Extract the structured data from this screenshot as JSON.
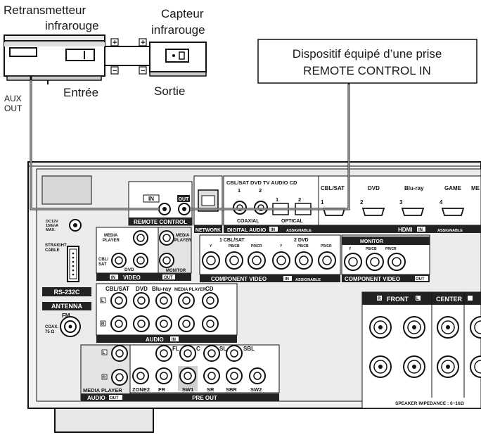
{
  "labels": {
    "retrans_line1": "Retransmetteur",
    "retrans_line2": "infrarouge",
    "capteur_line1": "Capteur",
    "capteur_line2": "infrarouge",
    "callout_line1": "Dispositif équipé d’une prise",
    "callout_line2": "REMOTE CONTROL IN",
    "entree": "Entrée",
    "sortie": "Sortie",
    "aux": "AUX",
    "out": "OUT",
    "plus": "+",
    "minus": "−"
  },
  "panel": {
    "remote_in": "IN",
    "remote_out": "OUT",
    "remote_control": "REMOTE CONTROL",
    "dc12v_1": "DC12V",
    "dc12v_2": "150mA",
    "dc12v_3": "MAX.",
    "straight_1": "STRAIGHT",
    "straight_2": "CABLE",
    "rs232c": "RS-232C",
    "antenna": "ANTENNA",
    "fm": "FM",
    "coax_1": "COAX.",
    "coax_2": "75 Ω",
    "network": "NETWORK",
    "digital_audio": "DIGITAL AUDIO",
    "in_tag": "IN",
    "out_tag": "OUT",
    "assignable": "ASSIGNABLE",
    "coaxial": "COAXIAL",
    "optical": "OPTICAL",
    "dig_header": "CBL/SAT  DVD   TV AUDIO   CD",
    "dig_1a": "1",
    "dig_2a": "2",
    "dig_1b": "1",
    "dig_2b": "2",
    "hdmi_inputs": [
      "CBL/SAT",
      "DVD",
      "Blu-ray",
      "GAME",
      "ME"
    ],
    "hdmi_nums": [
      "1",
      "2",
      "3",
      "4"
    ],
    "hdmi": "HDMI",
    "media_player": "MEDIA PLAYER",
    "media_player_2": "MEDIA",
    "media_player_3": "PLAYER",
    "cbl_sat_1": "CBL/",
    "cbl_sat_2": "SAT",
    "dvd": "DVD",
    "video": "VIDEO",
    "monitor": "MONITOR",
    "comp_1_title": "1 CBL/SAT",
    "comp_2_title": "2 DVD",
    "comp_mon_title": "MONITOR",
    "y": "Y",
    "pb": "PB/CB",
    "pr": "PR/CR",
    "component_video": "COMPONENT VIDEO",
    "audio_header": [
      "CBL/SAT",
      "DVD",
      "Blu-ray",
      "MEDIA PLAYER",
      "CD"
    ],
    "audio_l": "L",
    "audio_r": "R",
    "audio": "AUDIO",
    "front": "FRONT",
    "center": "CENTER",
    "speaker_impedance": "SPEAKER IMPEDANCE : 6~16Ω",
    "zone2": "ZONE2",
    "fl": "FL",
    "c": "C",
    "sl": "SL",
    "sbl": "SBL",
    "fr": "FR",
    "sw1": "SW1",
    "sr": "SR",
    "sbr": "SBR",
    "sw2": "SW2",
    "pre_out": "PRE OUT",
    "audio_out_label": "AUDIO",
    "mp_bottom": "MEDIA PLAYER"
  }
}
